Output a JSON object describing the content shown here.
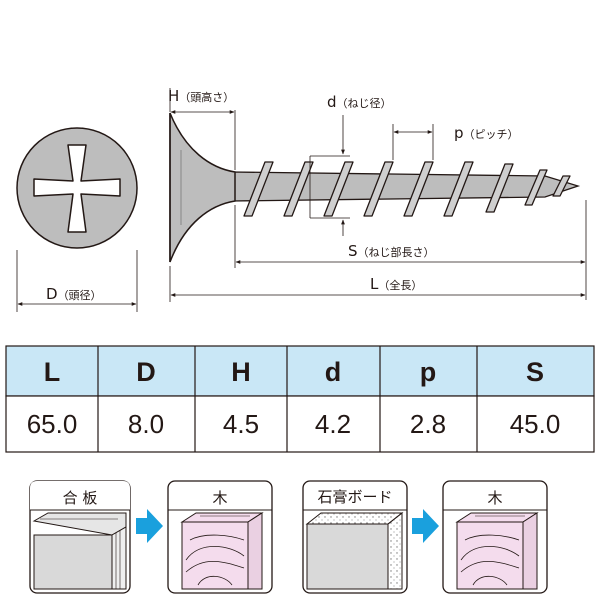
{
  "dimension_labels": {
    "H": {
      "symbol": "H",
      "desc": "（頭高さ）"
    },
    "d": {
      "symbol": "d",
      "desc": "（ねじ径）"
    },
    "p": {
      "symbol": "p",
      "desc": "（ピッチ）"
    },
    "S": {
      "symbol": "S",
      "desc": "（ねじ部長さ）"
    },
    "L": {
      "symbol": "L",
      "desc": "（全長）"
    },
    "D": {
      "symbol": "D",
      "desc": "（頭径）"
    }
  },
  "spec_table": {
    "headers": [
      "L",
      "D",
      "H",
      "d",
      "p",
      "S"
    ],
    "values": [
      "65.0",
      "8.0",
      "4.5",
      "4.2",
      "2.8",
      "45.0"
    ]
  },
  "applications": [
    {
      "from": "合 板",
      "to": "木"
    },
    {
      "from": "石膏ボード",
      "to": "木"
    }
  ],
  "colors": {
    "table_header_bg": "#c9e7f6",
    "arrow": "#1aa0dd",
    "wood_fill": "#f4dced",
    "board_fill": "#d9d9d9",
    "screw_fill": "#bdbdbd"
  }
}
